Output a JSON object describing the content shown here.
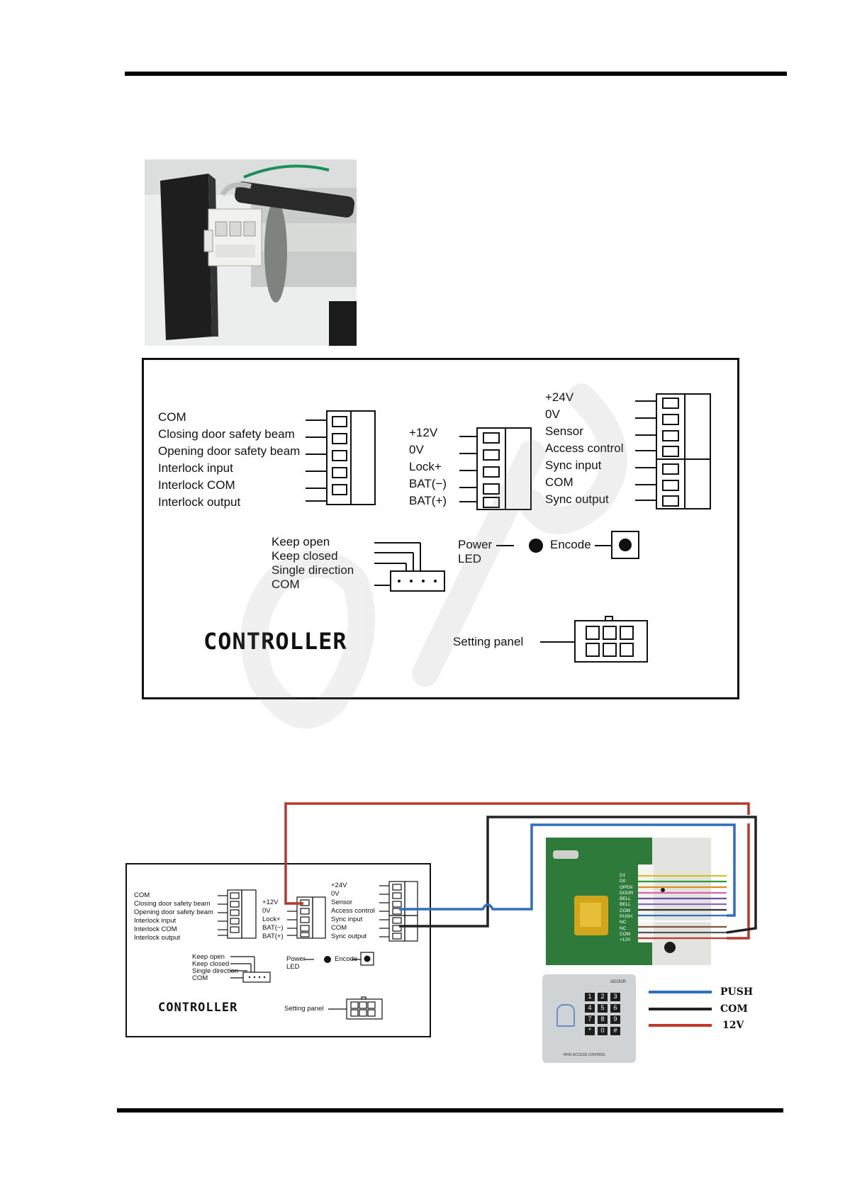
{
  "controller": {
    "title": "CONTROLLER",
    "left_terminals": [
      "COM",
      "Closing door safety beam",
      "Opening door safety beam",
      "Interlock input",
      "Interlock COM",
      "Interlock output"
    ],
    "mid_terminals": [
      "+12V",
      "0V",
      "Lock+",
      "BAT(−)",
      "BAT(+)"
    ],
    "right_terminals_top": [
      "+24V",
      "0V",
      "Sensor",
      "Access control"
    ],
    "right_terminals_bottom": [
      "Sync input",
      "COM",
      "Sync output"
    ],
    "mode_switch": [
      "Keep open",
      "Keep closed",
      "Single direction",
      "COM"
    ],
    "power_label": "Power",
    "led_label": "LED",
    "encode_label": "Encode",
    "setting_panel_label": "Setting panel"
  },
  "access_board_pins": [
    "D1",
    "D0",
    "OPEN",
    "DOOR",
    "BELL",
    "BELL",
    "COM",
    "PUSH",
    "NC",
    "NC",
    "COM",
    "+12V"
  ],
  "keypad": {
    "brand": "ADOOR",
    "keys": [
      "1",
      "2",
      "3",
      "4",
      "5",
      "6",
      "7",
      "8",
      "9",
      "*",
      "0",
      "#"
    ],
    "card_text": "RFID ACCESS CONTROL"
  },
  "legend": [
    {
      "label": "PUSH",
      "color": "#2f6fbe"
    },
    {
      "label": "COM",
      "color": "#222222"
    },
    {
      "label": "12V",
      "color": "#c0392b"
    }
  ],
  "colors": {
    "wire_push": "#2f6fbe",
    "wire_com": "#222222",
    "wire_12v": "#b7382e",
    "board_green": "#2e7a3a"
  }
}
